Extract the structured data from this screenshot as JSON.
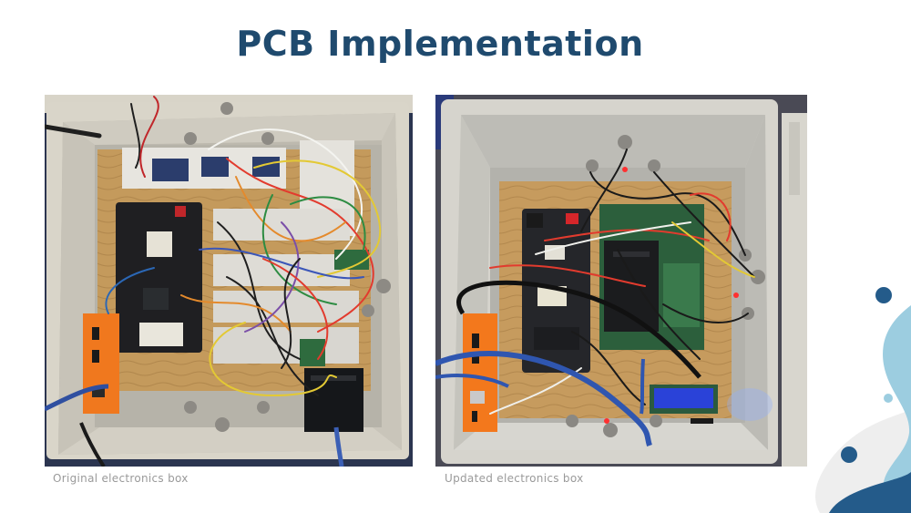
{
  "slide": {
    "title": "PCB Implementation",
    "title_color": "#1f4a6e"
  },
  "photos": [
    {
      "id": "original",
      "caption": "Original electronics box",
      "description": "Grey enclosure with breadboards, battery, orange router and messy jumper wiring"
    },
    {
      "id": "updated",
      "caption": "Updated electronics box",
      "description": "Grey enclosure with green PCB, battery, orange router, blue LCD display and cabling"
    }
  ],
  "decoration": {
    "dark_blue": "#245b8a",
    "light_blue": "#9ccde0",
    "light_gray": "#eeeeee"
  }
}
